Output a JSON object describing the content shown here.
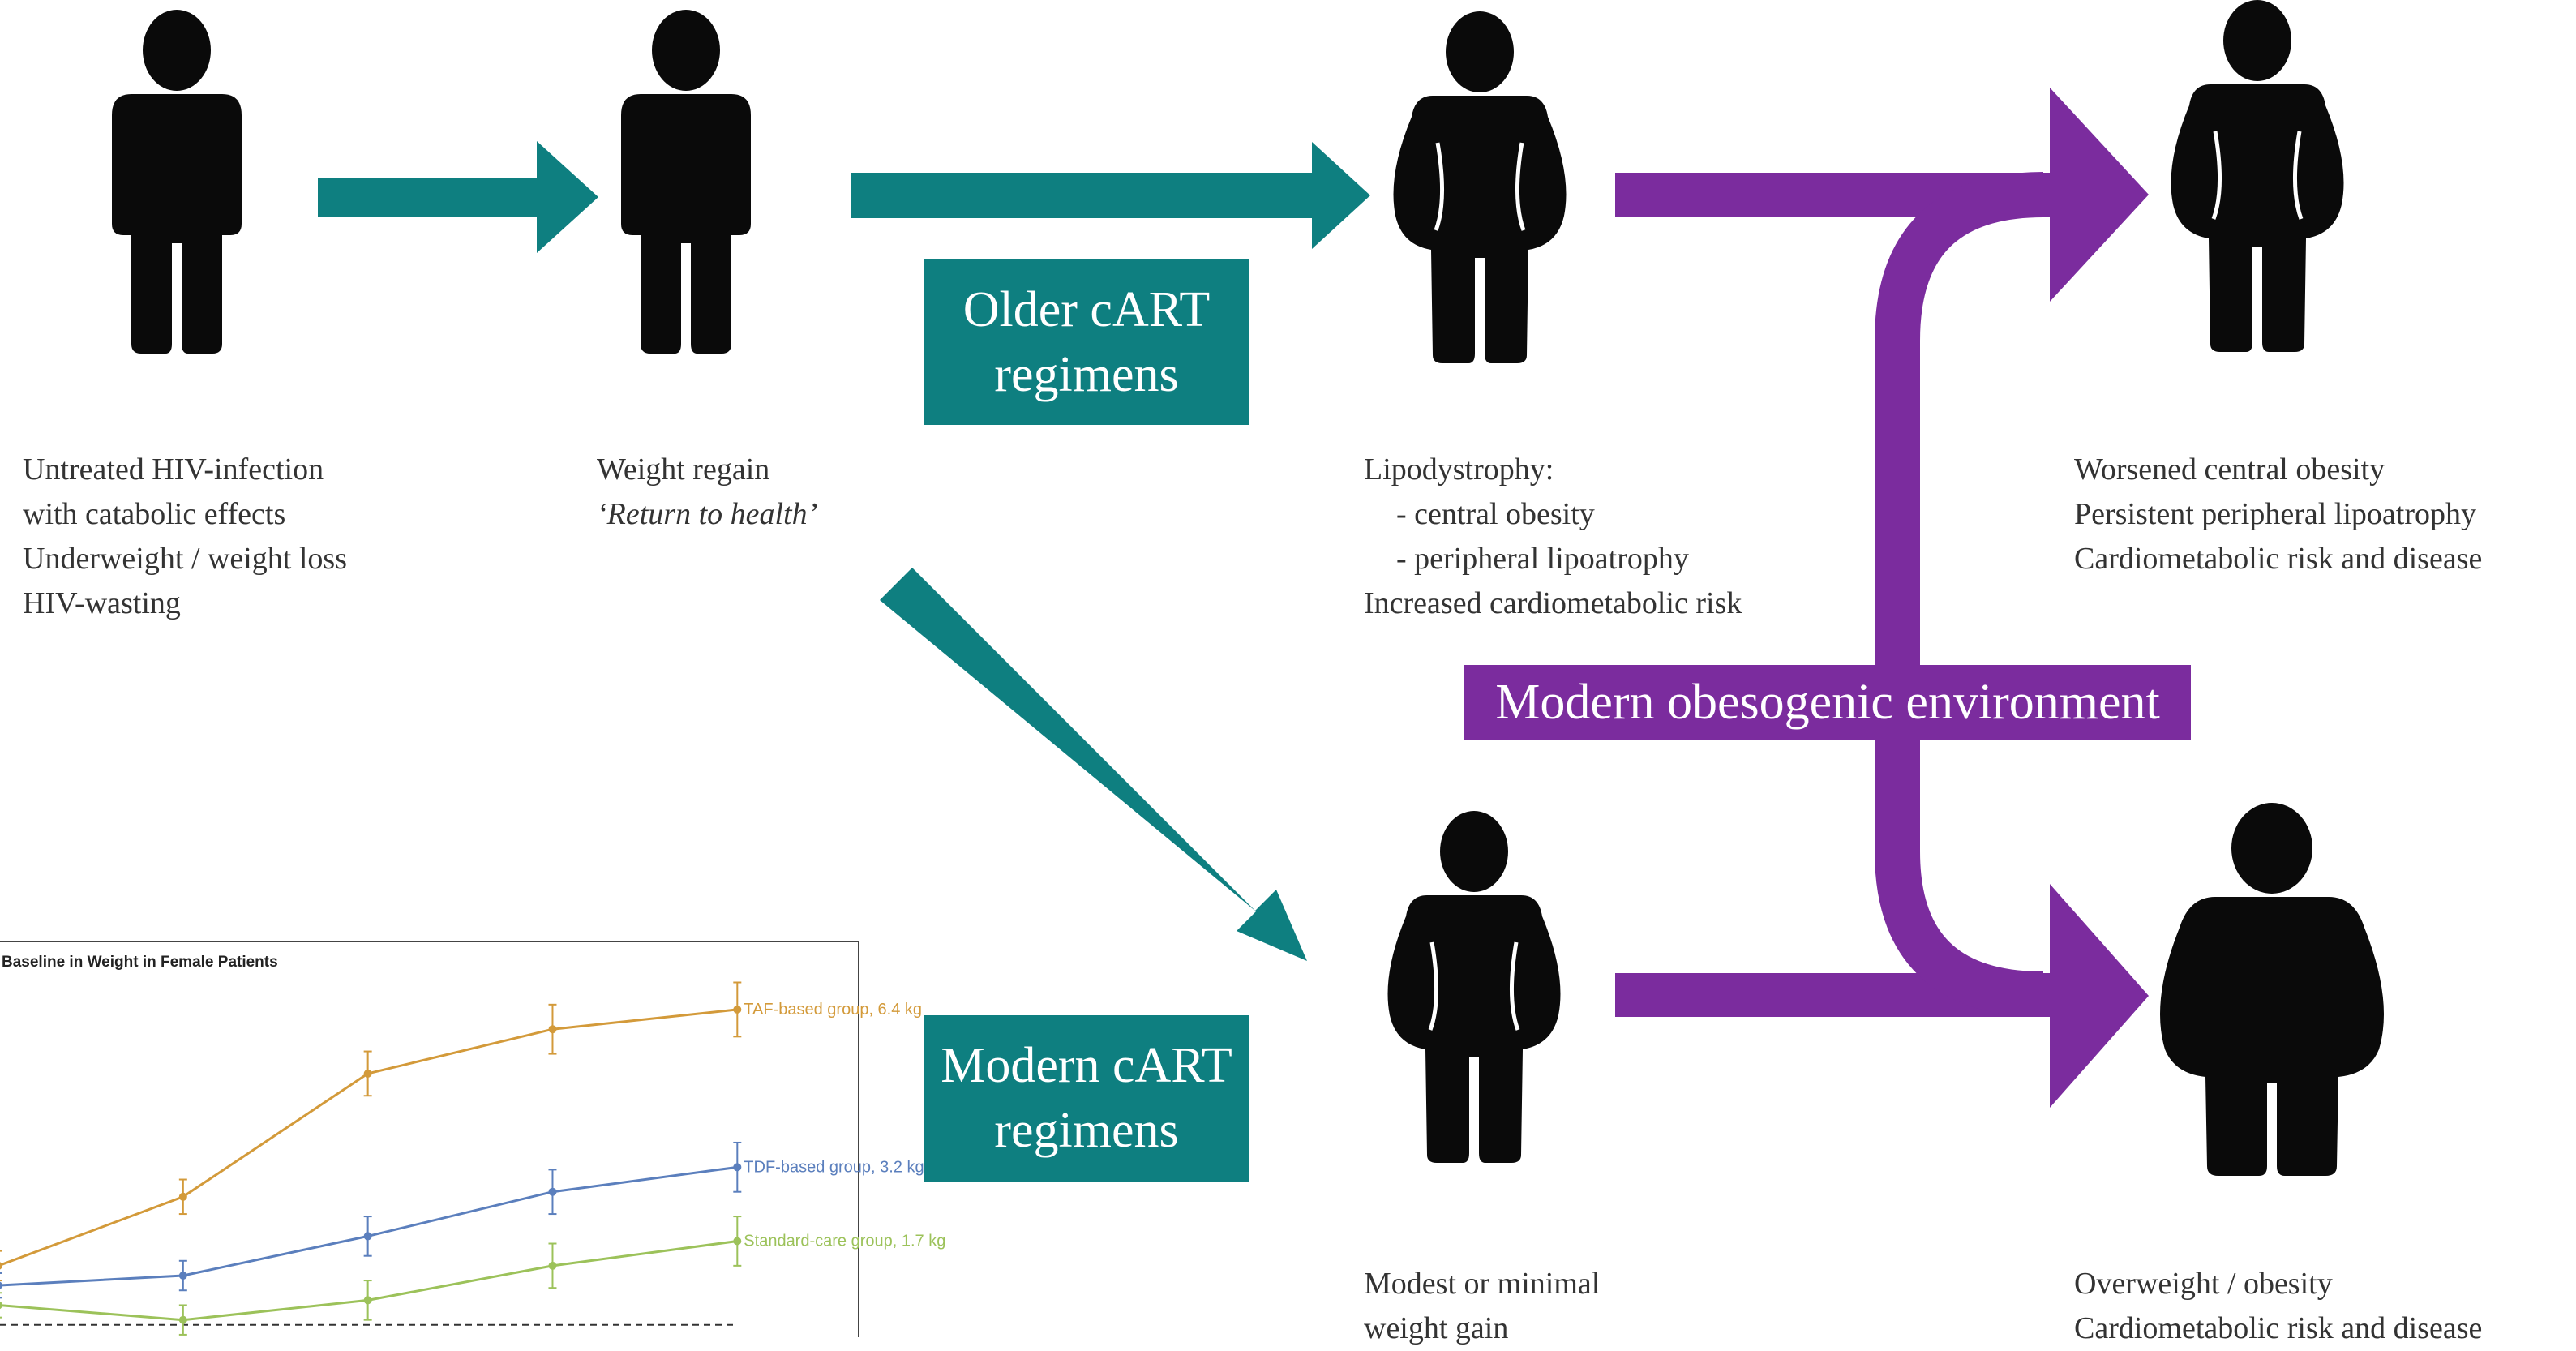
{
  "labels": {
    "older_regimens": [
      "Older cART",
      "regimens"
    ],
    "modern_regimens": [
      "Modern cART",
      "regimens"
    ],
    "environment": "Modern obesogenic environment"
  },
  "captions": {
    "untreated": [
      "Untreated HIV-infection",
      "with catabolic effects",
      "Underweight / weight loss",
      "HIV-wasting"
    ],
    "regain": [
      "Weight regain",
      "‘Return to health’"
    ],
    "lipodystrophy": [
      "Lipodystrophy:",
      "- central obesity",
      "- peripheral lipoatrophy",
      "Increased cardiometabolic risk"
    ],
    "worsened": [
      "Worsened central obesity",
      "Persistent peripheral lipoatrophy",
      "Cardiometabolic risk and disease"
    ],
    "modest": [
      "Modest or minimal",
      "weight gain"
    ],
    "overweight": [
      "Overweight / obesity",
      "Cardiometabolic risk and disease"
    ]
  },
  "colors": {
    "teal": "#0e7f80",
    "purple": "#7b2c9e",
    "figure": "#0a0a0a"
  },
  "icons": [
    "person-thin-icon",
    "person-thin-icon",
    "person-belly-icon",
    "person-belly-icon",
    "person-belly-icon",
    "person-obese-icon"
  ],
  "chart_data": {
    "type": "line",
    "title": "Baseline in Weight in Female Patients",
    "x": [
      0,
      1,
      2,
      3,
      4
    ],
    "xlim": [
      0,
      4.6
    ],
    "ylim": [
      -0.3,
      7.6
    ],
    "reference_y": 0,
    "series": [
      {
        "name": "TAF-based group, 6.4 kg",
        "color": "#d39a3a",
        "values": [
          1.2,
          2.6,
          5.1,
          6.0,
          6.4
        ],
        "err": [
          0.3,
          0.35,
          0.45,
          0.5,
          0.55
        ]
      },
      {
        "name": "TDF-based group, 3.2 kg",
        "color": "#5b7fbd",
        "values": [
          0.8,
          1.0,
          1.8,
          2.7,
          3.2
        ],
        "err": [
          0.25,
          0.3,
          0.4,
          0.45,
          0.5
        ]
      },
      {
        "name": "Standard-care group, 1.7 kg",
        "color": "#9cc25a",
        "values": [
          0.4,
          0.1,
          0.5,
          1.2,
          1.7
        ],
        "err": [
          0.25,
          0.3,
          0.4,
          0.45,
          0.5
        ]
      }
    ]
  }
}
